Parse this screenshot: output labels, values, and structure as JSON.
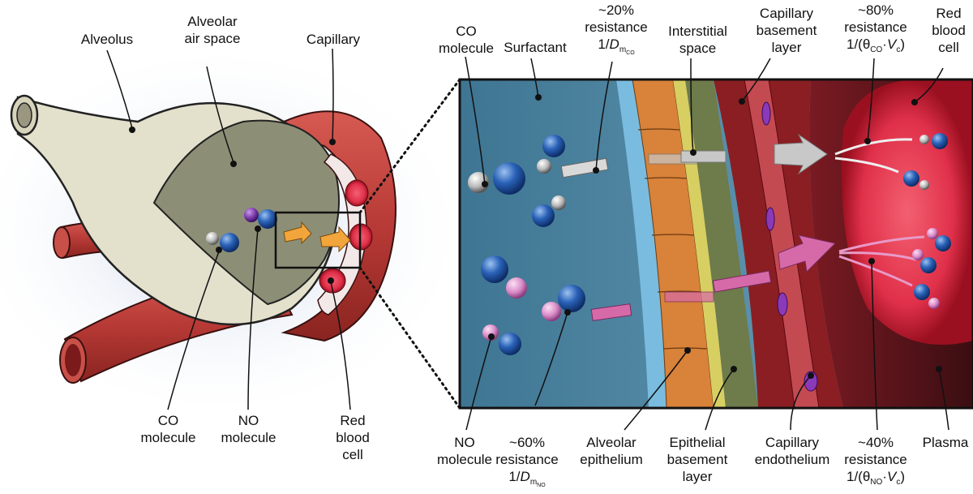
{
  "left_labels": {
    "alveolus": "Alveolus",
    "alveolar_air_space": [
      "Alveolar",
      "air space"
    ],
    "capillary": "Capillary",
    "co_molecule": [
      "CO",
      "molecule"
    ],
    "no_molecule": [
      "NO",
      "molecule"
    ],
    "red_blood_cell": [
      "Red",
      "blood",
      "cell"
    ]
  },
  "right_labels": {
    "co_molecule": [
      "CO",
      "molecule"
    ],
    "surfactant": "Surfactant",
    "resistance_20": [
      "~20%",
      "resistance"
    ],
    "interstitial_space": [
      "Interstitial",
      "space"
    ],
    "capillary_basement_layer": [
      "Capillary",
      "basement",
      "layer"
    ],
    "resistance_80": [
      "~80%",
      "resistance"
    ],
    "red_blood_cell": [
      "Red",
      "blood",
      "cell"
    ],
    "no_molecule": [
      "NO",
      "molecule"
    ],
    "resistance_60": [
      "~60%",
      "resistance"
    ],
    "alveolar_epithelium": [
      "Alveolar",
      "epithelium"
    ],
    "epithelial_basement_layer": [
      "Epithelial",
      "basement",
      "layer"
    ],
    "capillary_endothelium": [
      "Capillary",
      "endothelium"
    ],
    "resistance_40": [
      "~40%",
      "resistance"
    ],
    "plasma": "Plasma"
  },
  "formulas": {
    "dm_co": {
      "prefix": "1/",
      "var": "D",
      "sub_m": "m",
      "sub_gas": "CO"
    },
    "dm_no": {
      "prefix": "1/",
      "var": "D",
      "sub_m": "m",
      "sub_gas": "NO"
    },
    "theta_co": {
      "open": "1/(θ",
      "gas": "CO",
      "dot": "·",
      "var": "V",
      "sub": "c",
      "close": ")"
    },
    "theta_no": {
      "open": "1/(θ",
      "gas": "NO",
      "dot": "·",
      "var": "V",
      "sub": "c",
      "close": ")"
    }
  },
  "colors": {
    "co_blue": "#2a62b8",
    "co_grey": "#b8b8b8",
    "no_purple": "#7a3aa8",
    "no_pink": "#d98ac8",
    "tissue_blue": "#4f87a3",
    "epithelium_orange": "#d8823a",
    "interstitial_green": "#6e7b4a",
    "capillary_red": "#b73a3a",
    "rbc_red": "#e0304a",
    "plasma_dark": "#4a1418",
    "arrow_orange": "#f2a53a",
    "arrow_pink": "#d66aa8",
    "arrow_grey": "#c8c8c8"
  }
}
